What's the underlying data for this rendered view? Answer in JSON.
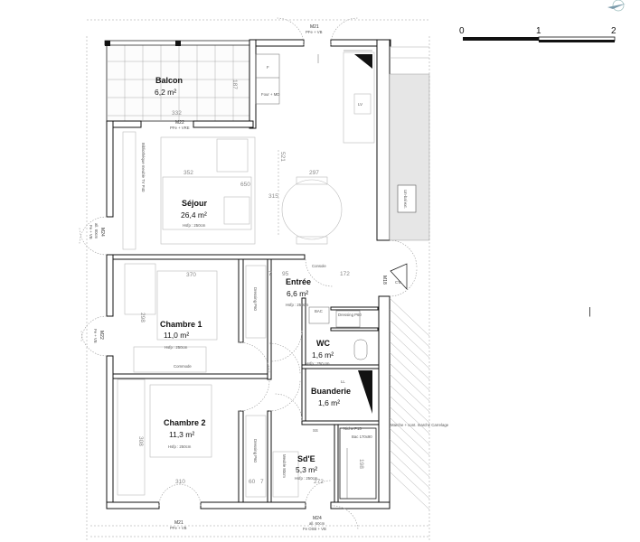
{
  "rooms": {
    "balcon": {
      "name": "Balcon",
      "area": "6,2 m²"
    },
    "sejour": {
      "name": "Séjour",
      "area": "26,4 m²",
      "height": "Hsfp : 250cm"
    },
    "entree": {
      "name": "Entrée",
      "area": "6,6 m²",
      "height": "Hsfp : 250cm"
    },
    "chambre1": {
      "name": "Chambre 1",
      "area": "11,0 m²",
      "height": "Hsfp : 250cm"
    },
    "chambre2": {
      "name": "Chambre 2",
      "area": "11,3 m²",
      "height": "Hsfp : 250cm"
    },
    "wc": {
      "name": "WC",
      "area": "1,6 m²",
      "height": "Hsfp : 250 cm"
    },
    "buanderie": {
      "name": "Buanderie",
      "area": "1,6 m²"
    },
    "sde": {
      "name": "Sd'E",
      "area": "5,3 m²",
      "height": "Hsfp : 250cm"
    }
  },
  "openings": {
    "m21_top": {
      "code": "M21",
      "spec": "PFe + VB"
    },
    "m22": {
      "code": "M22",
      "spec": "PFe + VRE"
    },
    "m24_left": {
      "code": "M24",
      "spec": "all. 80cm",
      "spec2": "Fe + VB"
    },
    "m22_left": {
      "code": "M22",
      "spec": "Fe + VB"
    },
    "m18": {
      "code": "M18"
    },
    "m21_bottom": {
      "code": "M21",
      "spec": "PFe + VB"
    },
    "m24_bottom": {
      "code": "M24",
      "spec": "all. 60cm",
      "spec2": "Fe OSB + VB"
    }
  },
  "fixtures": {
    "four": "F",
    "four_md": "Four + MD",
    "lv": "LV",
    "bibliotheque": "Bibliothèque meuble TV P40",
    "console": "Console",
    "bac": "BAC",
    "dressing_p60_entree": "Dressing P60",
    "dressing_p60_ch1": "Dressing P60",
    "dressing_p60_ch2": "Dressing P60",
    "commode": "Commode",
    "ll": "LL",
    "niche": "Niche P15",
    "bac_douche": "Bac 170x90",
    "ss": "SS",
    "meuble": "Meuble 80cm",
    "ce": "C'E",
    "ascensor": "Un-bal ext.",
    "marche": "Marche + cont. marche Carrelage"
  },
  "dimensions": {
    "d332": "332",
    "d187": "187",
    "d521": "521",
    "d352": "352",
    "d297": "297",
    "d650": "650",
    "d315": "315",
    "d370": "370",
    "d7a": "7",
    "d95": "95",
    "d172": "172",
    "d298": "298",
    "d308": "308",
    "d310": "310",
    "d60": "60",
    "d7b": "7",
    "d272": "272",
    "d198": "198"
  },
  "scale": {
    "labels": [
      "0",
      "1",
      "2"
    ]
  },
  "cursor_mark": "|"
}
